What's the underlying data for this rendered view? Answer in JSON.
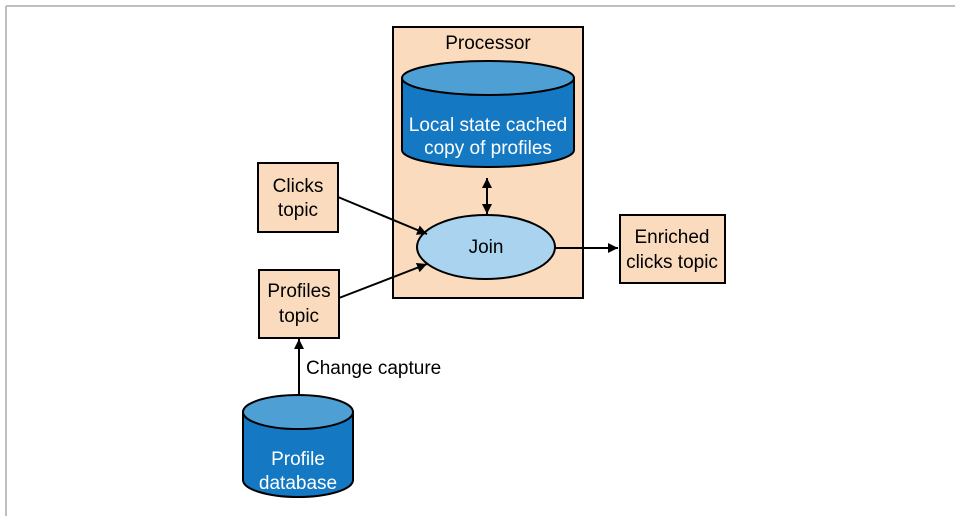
{
  "diagram": {
    "processor": {
      "label": "Processor"
    },
    "local_state": {
      "lines": [
        "Local state cached",
        "copy of profiles"
      ]
    },
    "join": {
      "label": "Join"
    },
    "clicks_topic": {
      "lines": [
        "Clicks",
        "topic"
      ]
    },
    "profiles_topic": {
      "lines": [
        "Profiles",
        "topic"
      ]
    },
    "enriched_topic": {
      "lines": [
        "Enriched",
        "clicks topic"
      ]
    },
    "profile_database": {
      "lines": [
        "Profile",
        "database"
      ]
    },
    "change_capture": {
      "label": "Change capture"
    }
  },
  "colors": {
    "box_fill": "#fadbbd",
    "stroke": "#000000",
    "cylinder_fill": "#1478c3",
    "cylinder_top": "#4d9fd4",
    "cylinder_text": "#ffffff",
    "join_fill": "#a9d3ef",
    "frame": "#aaaaaa"
  }
}
